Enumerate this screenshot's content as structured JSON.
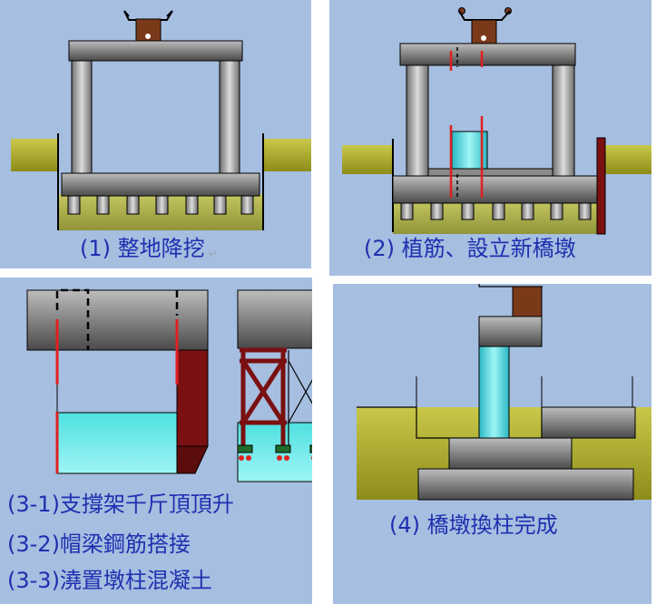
{
  "panels": [
    {
      "caption_num": "(1)",
      "caption_text": "整地降挖"
    },
    {
      "caption_num": "(2)",
      "caption_text": "植筋、設立新橋墩"
    },
    {
      "caption_lines": [
        "(3-1)支撐架千斤頂頂升",
        "(3-2)帽梁鋼筋搭接",
        "(3-3)澆置墩柱混凝土"
      ]
    },
    {
      "caption_num": "(4)",
      "caption_text": "橋墩換柱完成"
    }
  ],
  "paragraph_mark": "↵",
  "colors": {
    "background": "#a6bee0",
    "caption": "#1f2fb0",
    "soil": "#bcbb3c",
    "rebar": "#e02020",
    "frame": "#7a1010",
    "new_column": "#4fe0e0",
    "bearing": "#7a3a1a"
  }
}
